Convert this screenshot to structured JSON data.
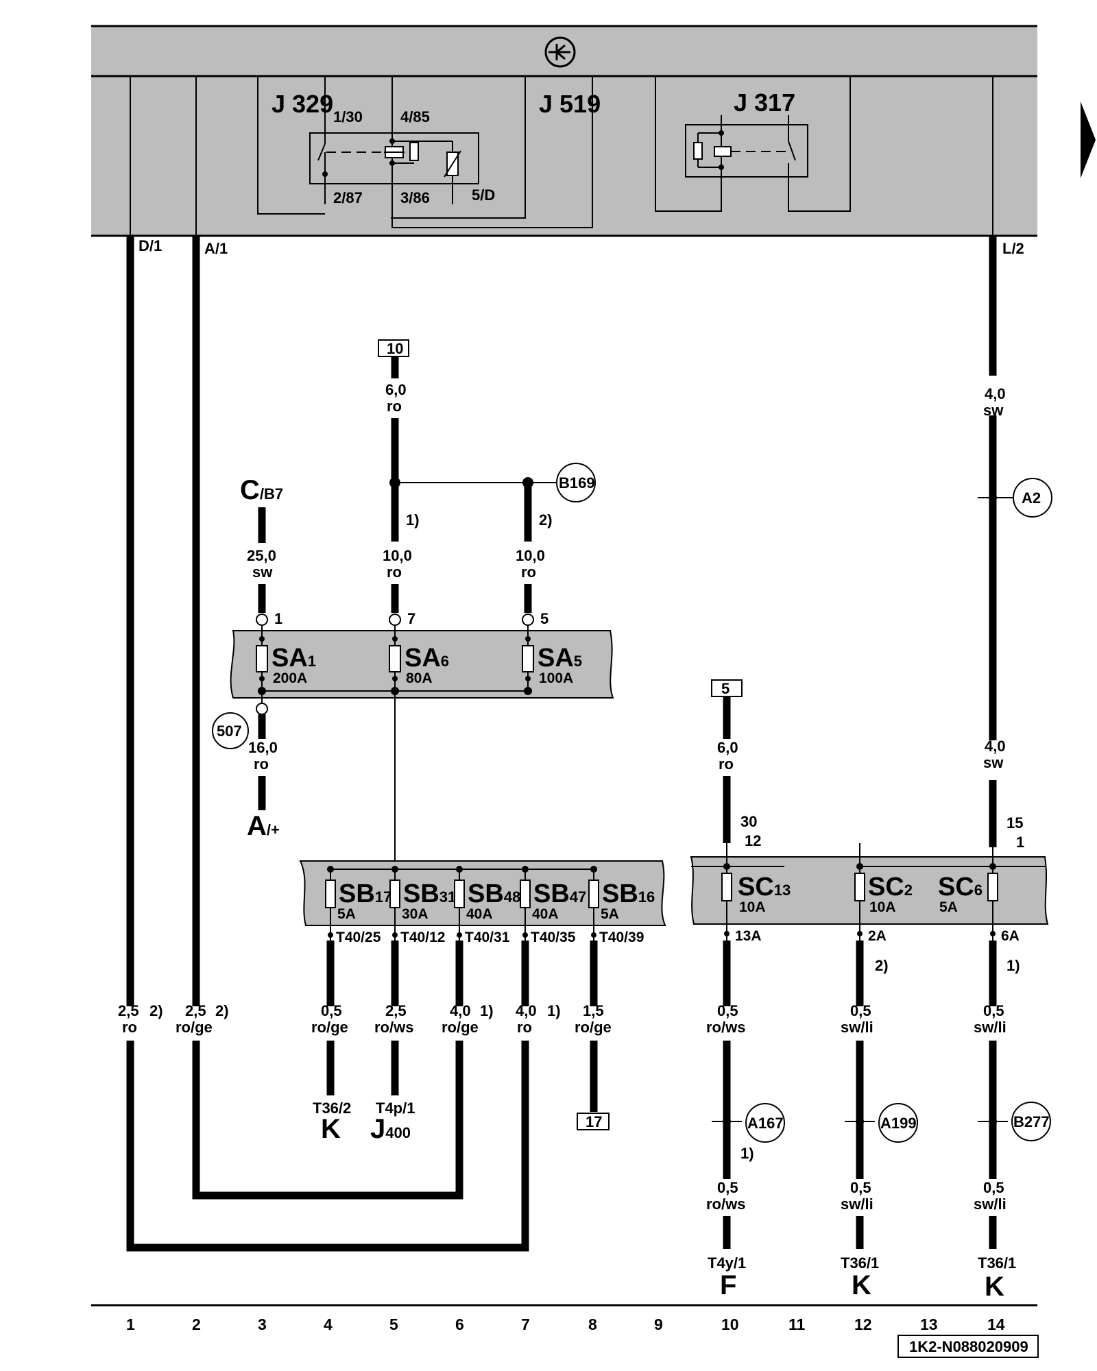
{
  "diagram": {
    "doc_id": "1K2-N088020909",
    "ecu": {
      "relays": [
        "J 329",
        "J 519",
        "J 317"
      ],
      "relay_sub": {
        "j329": "329",
        "j519": "519",
        "j317": "317"
      },
      "pins": [
        "1/30",
        "4/85",
        "2/87",
        "3/86",
        "5/D"
      ],
      "outputs": [
        "D/1",
        "A/1",
        "L/2"
      ]
    },
    "sources": {
      "box10_top": "10",
      "box5": "5",
      "box17": "17",
      "c_b7": {
        "main": "C",
        "sub": "/B7"
      },
      "a_plus": {
        "main": "A",
        "sub": "/+"
      }
    },
    "wires": [
      {
        "size": "6,0",
        "color": "ro"
      },
      {
        "size": "25,0",
        "color": "sw"
      },
      {
        "size": "10,0",
        "color": "ro"
      },
      {
        "size": "10,0",
        "color": "ro"
      },
      {
        "size": "16,0",
        "color": "ro"
      },
      {
        "size": "4,0",
        "color": "sw"
      },
      {
        "size": "4,0",
        "color": "sw"
      },
      {
        "size": "6,0",
        "color": "ro"
      },
      {
        "size": "2,5",
        "color": "ro"
      },
      {
        "size": "2,5",
        "color": "ro/ge"
      },
      {
        "size": "0,5",
        "color": "ro/ge"
      },
      {
        "size": "2,5",
        "color": "ro/ws"
      },
      {
        "size": "4,0",
        "color": "ro/ge"
      },
      {
        "size": "4,0",
        "color": "ro"
      },
      {
        "size": "1,5",
        "color": "ro/ge"
      },
      {
        "size": "0,5",
        "color": "ro/ws"
      },
      {
        "size": "0,5",
        "color": "sw/li"
      },
      {
        "size": "0,5",
        "color": "sw/li"
      },
      {
        "size": "0,5",
        "color": "ro/ws"
      },
      {
        "size": "0,5",
        "color": "sw/li"
      },
      {
        "size": "0,5",
        "color": "sw/li"
      }
    ],
    "notes": [
      "1)",
      "2)"
    ],
    "circles": [
      "B169",
      "A2",
      "507",
      "A167",
      "A199",
      "B277"
    ],
    "sa_pins": [
      "1",
      "7",
      "5"
    ],
    "sa_fuses": [
      {
        "name": "SA",
        "num": "1",
        "amp": "200A"
      },
      {
        "name": "SA",
        "num": "6",
        "amp": "80A"
      },
      {
        "name": "SA",
        "num": "5",
        "amp": "100A"
      }
    ],
    "sb_fuses": [
      {
        "name": "SB",
        "num": "17",
        "amp": "5A",
        "pin": "T40/25"
      },
      {
        "name": "SB",
        "num": "31",
        "amp": "30A",
        "pin": "T40/12"
      },
      {
        "name": "SB",
        "num": "48",
        "amp": "40A",
        "pin": "T40/31"
      },
      {
        "name": "SB",
        "num": "47",
        "amp": "40A",
        "pin": "T40/35"
      },
      {
        "name": "SB",
        "num": "16",
        "amp": "5A",
        "pin": "T40/39"
      }
    ],
    "sc_fuses": [
      {
        "name": "SC",
        "num": "13",
        "amp": "10A",
        "pin": "13A"
      },
      {
        "name": "SC",
        "num": "2",
        "amp": "10A",
        "pin": "2A"
      },
      {
        "name": "SC",
        "num": "6",
        "amp": "5A",
        "pin": "6A"
      }
    ],
    "sc_inputs": [
      "30",
      "12",
      "15",
      "1"
    ],
    "connectors": [
      {
        "pin": "T36/2",
        "comp": "K"
      },
      {
        "pin": "T4p/1",
        "comp": "J",
        "sub": "400"
      },
      {
        "pin": "T4y/1",
        "comp": "F"
      },
      {
        "pin": "T36/1",
        "comp": "K"
      },
      {
        "pin": "T36/1",
        "comp": "K"
      }
    ],
    "columns": [
      "1",
      "2",
      "3",
      "4",
      "5",
      "6",
      "7",
      "8",
      "9",
      "10",
      "11",
      "12",
      "13",
      "14"
    ]
  }
}
